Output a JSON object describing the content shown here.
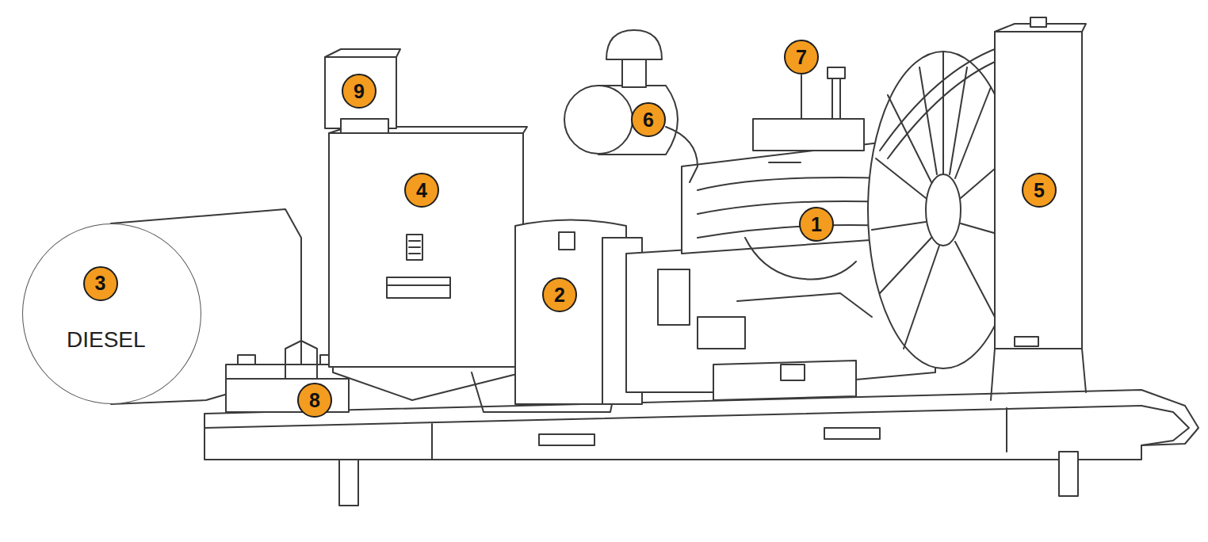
{
  "diagram": {
    "nodes": [
      {
        "text": [
          "1"
        ]
      },
      {
        "text": [
          "2"
        ]
      },
      {
        "text": [
          "DIESEL"
        ]
      },
      {
        "text": [
          "3"
        ],
        "in": 2
      },
      {
        "text": [
          "4"
        ]
      },
      {
        "text": [
          "5"
        ]
      },
      {
        "text": [
          "6"
        ]
      },
      {
        "text": [
          "7"
        ]
      },
      {
        "text": [
          "8"
        ]
      },
      {
        "text": [
          "9"
        ]
      }
    ]
  }
}
